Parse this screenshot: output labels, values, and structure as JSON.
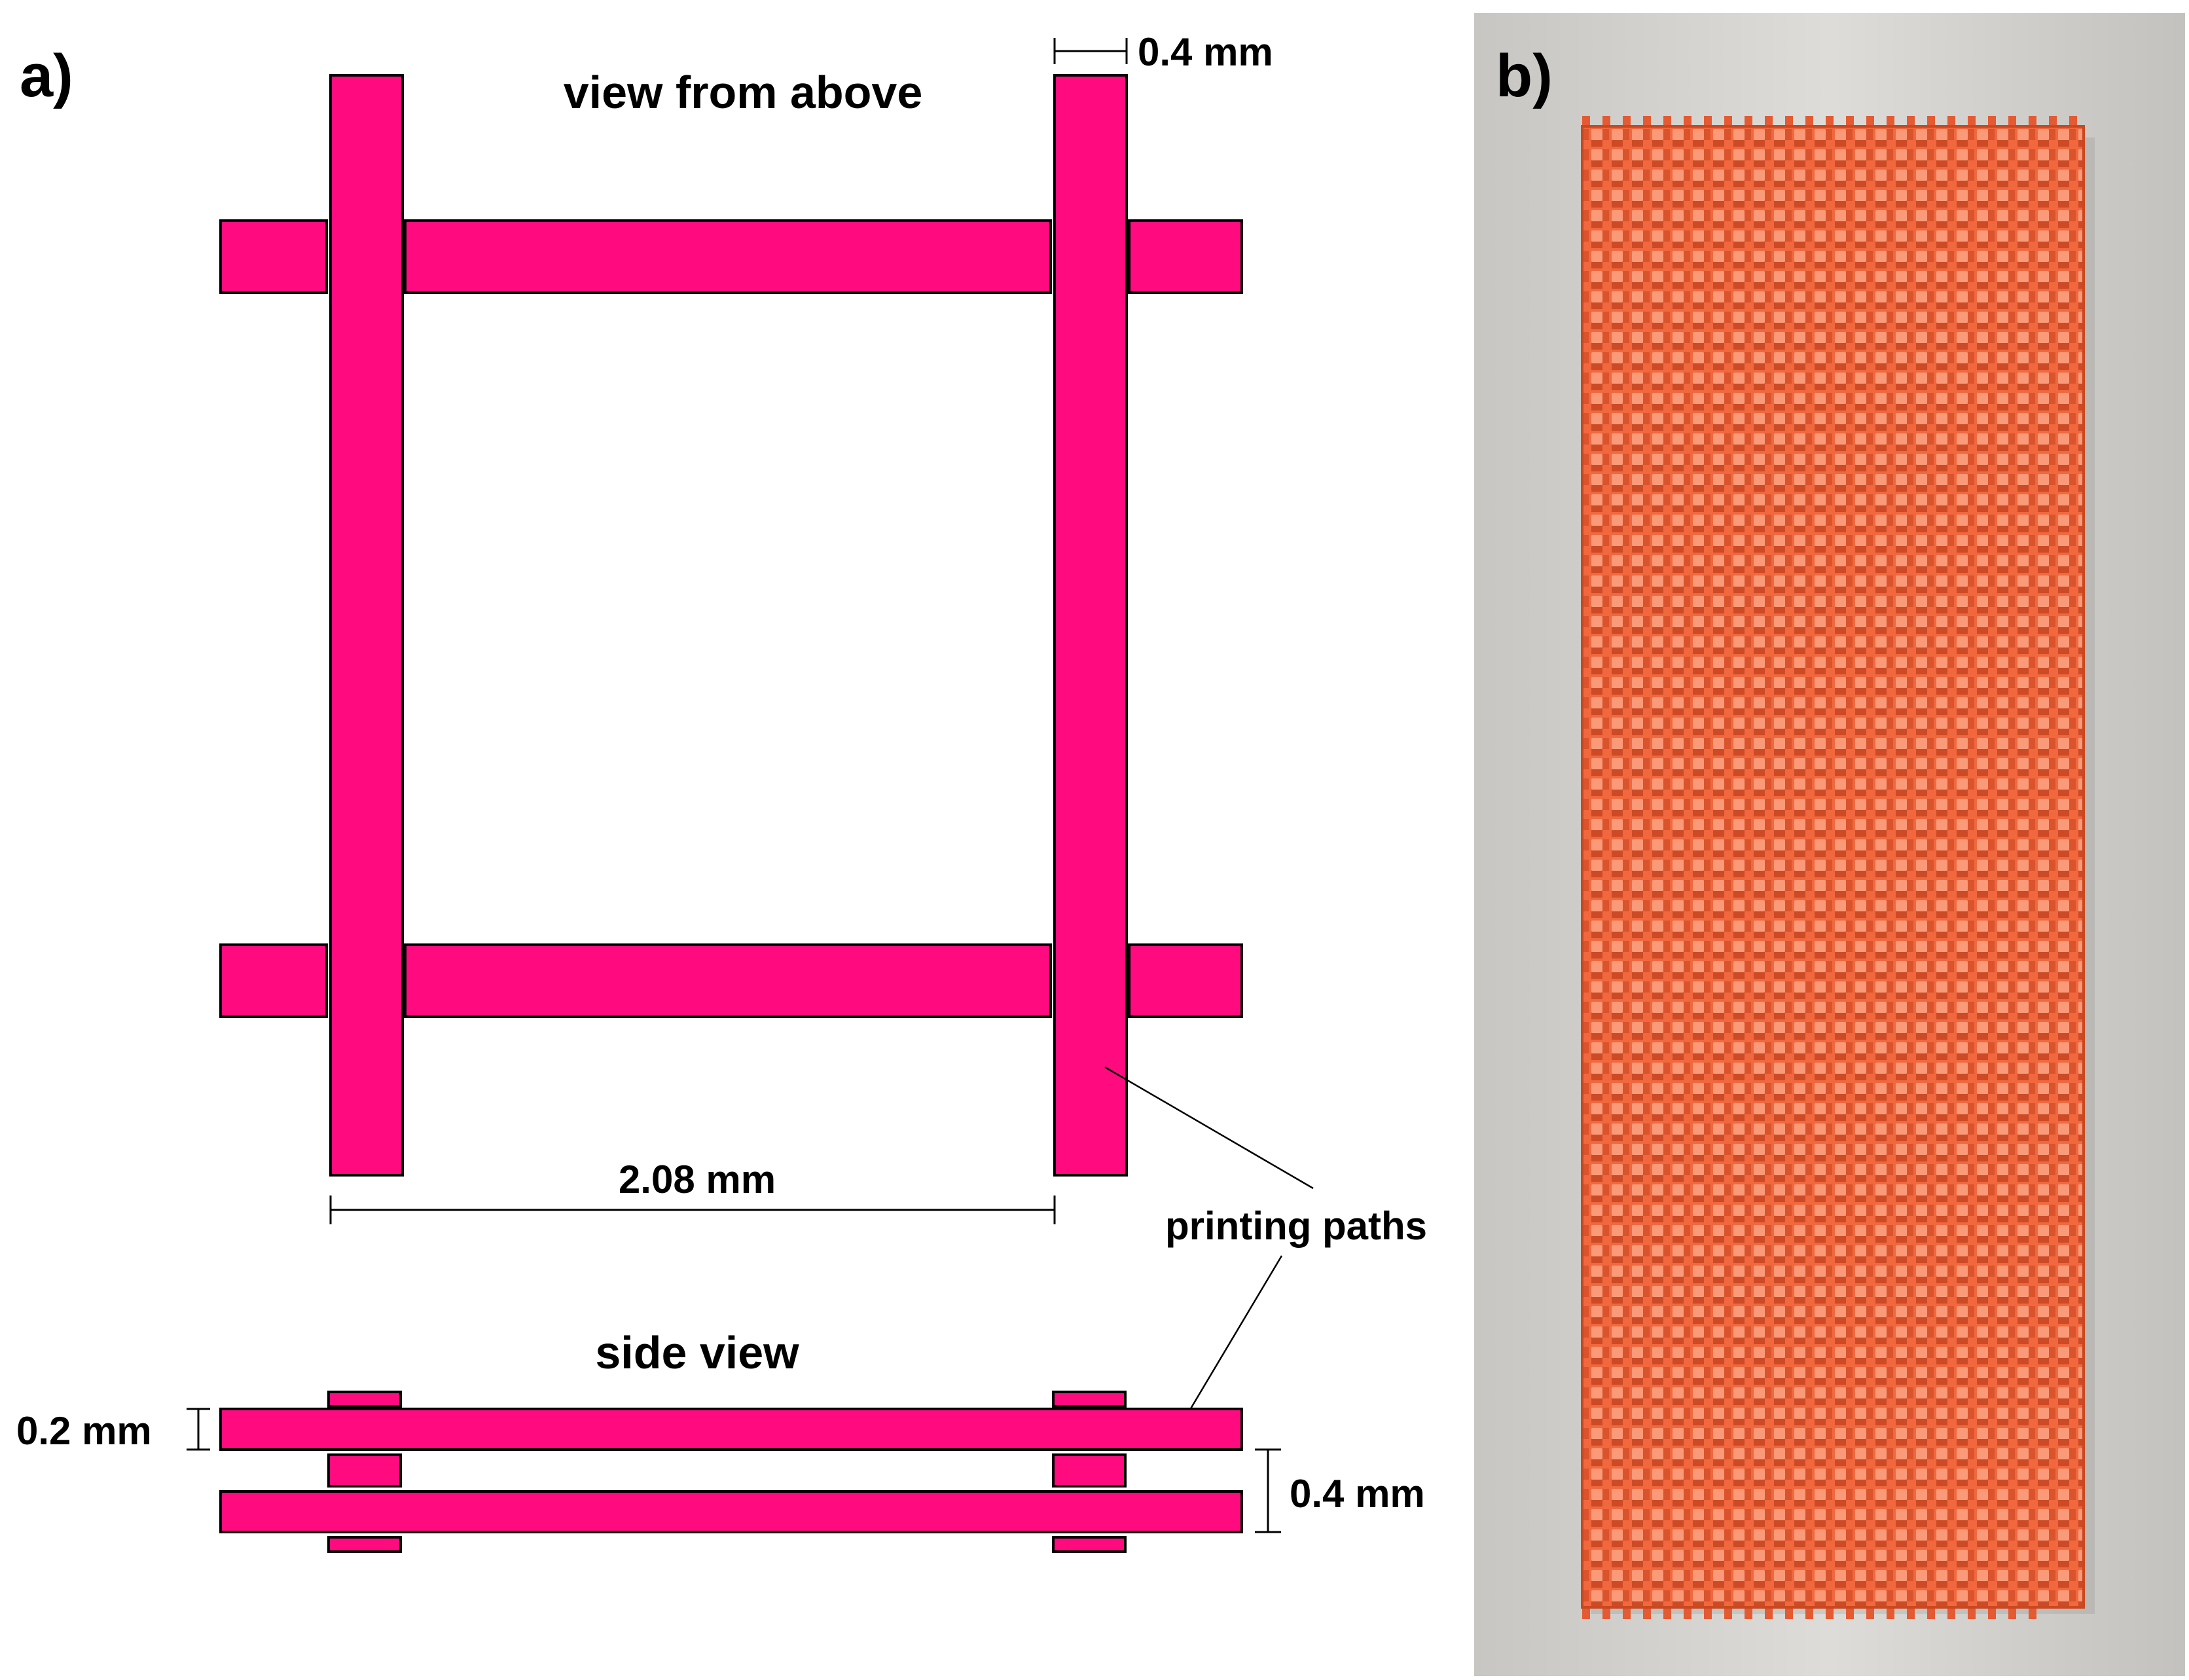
{
  "panels": {
    "a": {
      "label": "a)"
    },
    "b": {
      "label": "b)"
    }
  },
  "top_view": {
    "title": "view from above",
    "dim_width": "0.4 mm",
    "dim_spacing": "2.08 mm"
  },
  "side_view": {
    "title": "side view",
    "dim_layer": "0.2 mm",
    "dim_pitch": "0.4 mm"
  },
  "callout": "printing paths",
  "colors": {
    "path_fill": "#ff0a7f",
    "scaffold": "#f2683e",
    "photo_background": "#dedcd8"
  }
}
